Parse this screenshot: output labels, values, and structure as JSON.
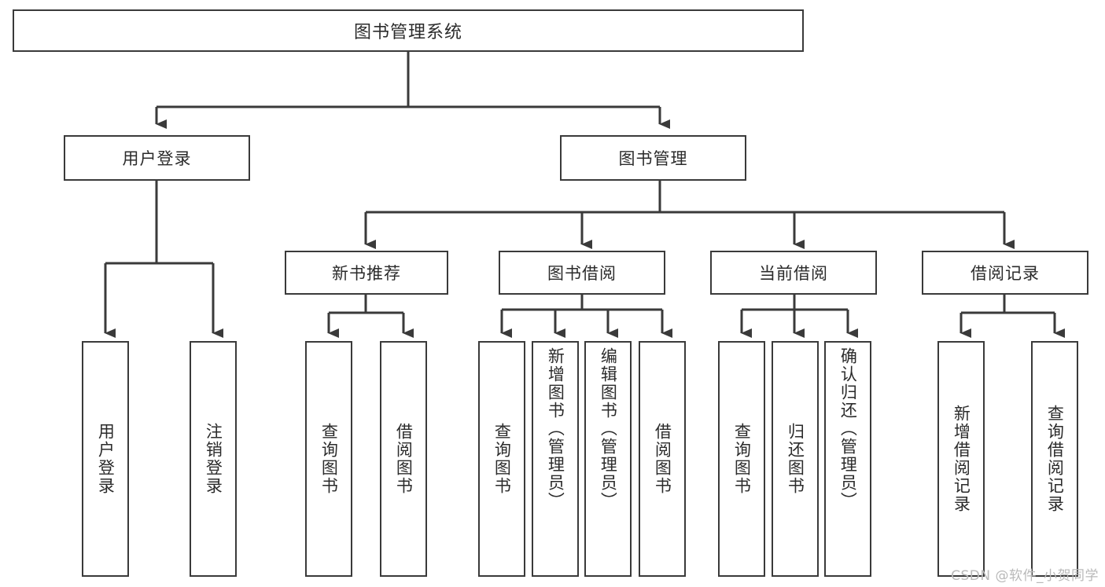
{
  "diagram": {
    "title": "图书管理系统",
    "watermark": "CSDN @软件_小贺同学",
    "line_color": "#3a3a3a",
    "text_color": "#2b2b2b",
    "background": "#ffffff"
  },
  "root": {
    "label": "图书管理系统"
  },
  "level2": [
    {
      "label": "用户登录"
    },
    {
      "label": "图书管理"
    }
  ],
  "level3": [
    {
      "label": "新书推荐"
    },
    {
      "label": "图书借阅"
    },
    {
      "label": "当前借阅"
    },
    {
      "label": "借阅记录"
    }
  ],
  "leaves": {
    "user_login": [
      {
        "label": "用户登录"
      },
      {
        "label": "注销登录"
      }
    ],
    "new_book": [
      {
        "label": "查询图书"
      },
      {
        "label": "借阅图书"
      }
    ],
    "book_borrow": [
      {
        "label": "查询图书"
      },
      {
        "label": "新增图书（管理员）"
      },
      {
        "label": "编辑图书（管理员）"
      },
      {
        "label": "借阅图书"
      }
    ],
    "current_borrow": [
      {
        "label": "查询图书"
      },
      {
        "label": "归还图书"
      },
      {
        "label": "确认归还（管理员）"
      }
    ],
    "borrow_record": [
      {
        "label": "新增借阅记录"
      },
      {
        "label": "查询借阅记录"
      }
    ]
  }
}
